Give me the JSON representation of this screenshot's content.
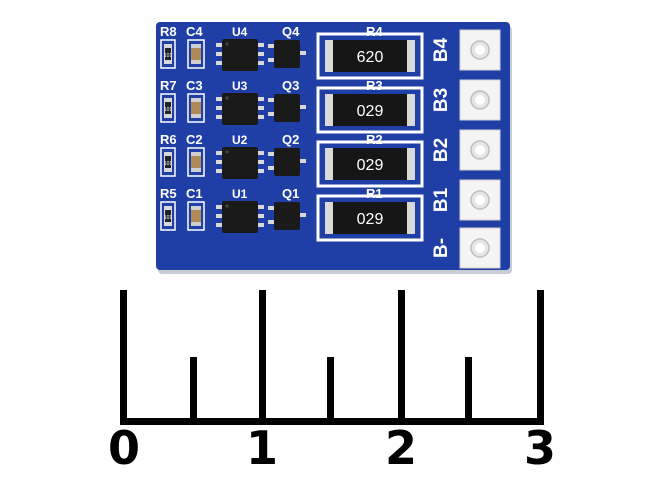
{
  "board": {
    "pcb_color": "#1f3fa6",
    "channels": [
      {
        "ic_label": "U4",
        "transistor_label": "Q4",
        "resistor_label": "R4",
        "resistor_value": "620",
        "cap_label": "C4",
        "small_res_label": "R8"
      },
      {
        "ic_label": "U3",
        "transistor_label": "Q3",
        "resistor_label": "R3",
        "resistor_value": "029",
        "cap_label": "C3",
        "small_res_label": "R7"
      },
      {
        "ic_label": "U2",
        "transistor_label": "Q2",
        "resistor_label": "R2",
        "resistor_value": "029",
        "cap_label": "C2",
        "small_res_label": "R6"
      },
      {
        "ic_label": "U1",
        "transistor_label": "Q1",
        "resistor_label": "R1",
        "resistor_value": "029",
        "cap_label": "C1",
        "small_res_label": "R5"
      }
    ],
    "pin_labels": [
      "B4",
      "B3",
      "B2",
      "B1",
      "B-"
    ],
    "small_res_value": "101"
  },
  "ruler": {
    "numbers": [
      "0",
      "1",
      "2",
      "3"
    ]
  }
}
